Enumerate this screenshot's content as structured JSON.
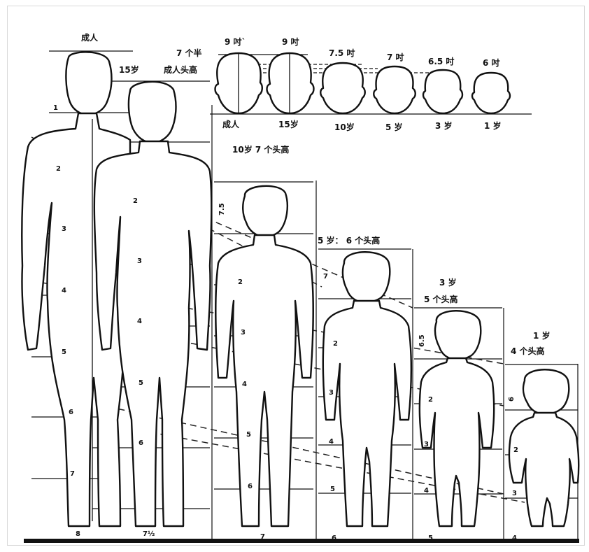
{
  "labels": {
    "adult_title": "成人",
    "age15": "15岁",
    "seven_half": "7 个半",
    "adult_head_height": "成人头高",
    "age10_title": "10岁 7 个头高",
    "age5_title": "5 岁： 6 个头高",
    "age3_title": "3 岁",
    "age3_heads": "5 个头高",
    "age1_title": "1 岁",
    "age1_heads": "4 个头高",
    "head_75_side": "7.5",
    "head_7_side": "7",
    "head_65_side": "6.5",
    "head_6_side": "6"
  },
  "heads": [
    {
      "size": "9 吋`",
      "caption": "成人"
    },
    {
      "size": "9 吋",
      "caption": "15岁"
    },
    {
      "size": "7.5 吋",
      "caption": "10岁"
    },
    {
      "size": "7 吋",
      "caption": "5 岁"
    },
    {
      "size": "6.5 吋",
      "caption": "3 岁"
    },
    {
      "size": "6 吋",
      "caption": "1 岁"
    }
  ],
  "mark_numbers": {
    "adult": [
      "1",
      "2",
      "3",
      "4",
      "5",
      "6",
      "7",
      "8"
    ],
    "teen": [
      "2",
      "3",
      "4",
      "5",
      "6",
      "7½"
    ],
    "age10": [
      "2",
      "3",
      "4",
      "5",
      "6",
      "7"
    ],
    "age5": [
      "2",
      "3",
      "4",
      "5",
      "6"
    ],
    "age3": [
      "2",
      "3",
      "4",
      "5"
    ],
    "age1": [
      "2",
      "3",
      "4"
    ]
  },
  "colors": {
    "ink": "#111111",
    "paper": "#ffffff",
    "frame": "#d8d8d8"
  }
}
